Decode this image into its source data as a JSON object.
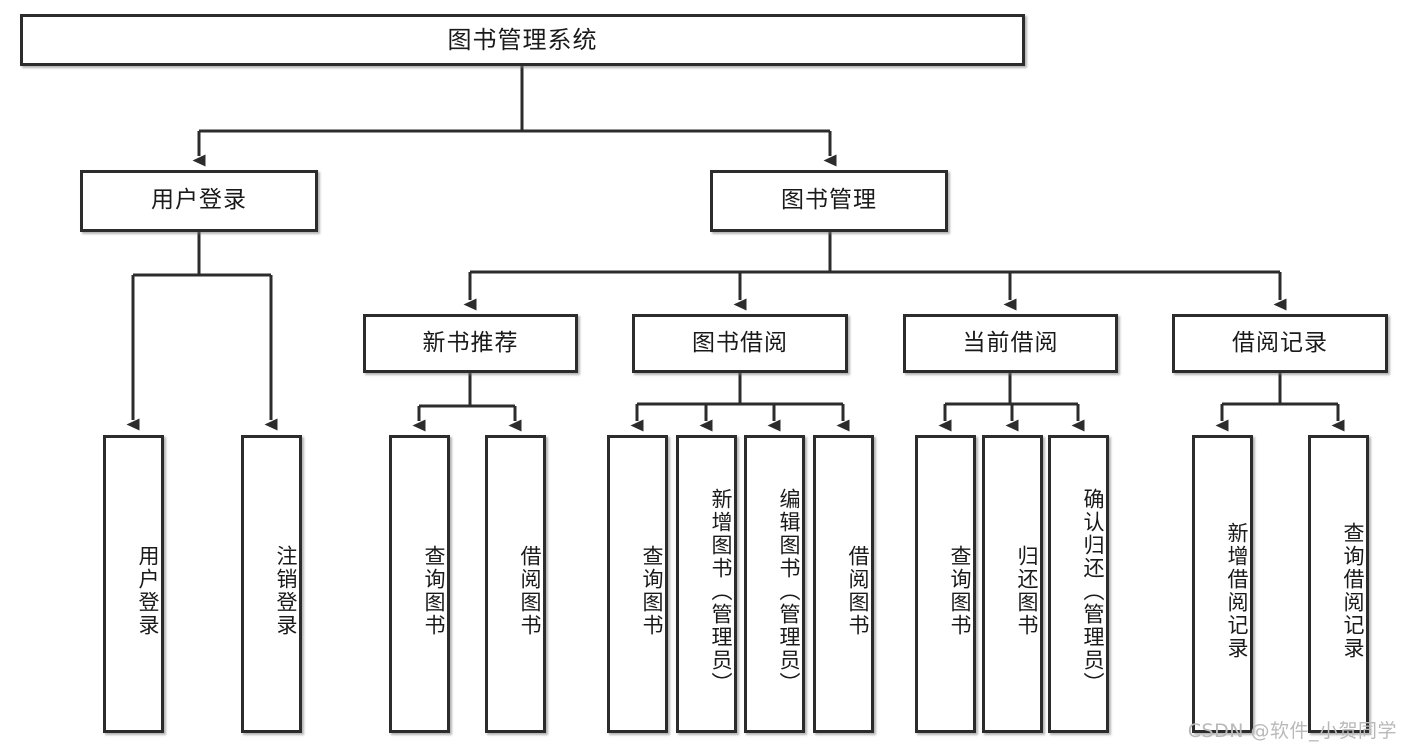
{
  "diagram": {
    "title": "图书管理系统",
    "type": "hierarchy-tree",
    "root": {
      "id": "root",
      "label": "图书管理系统"
    },
    "level2": [
      {
        "id": "user-login",
        "label": "用户登录"
      },
      {
        "id": "book-manage",
        "label": "图书管理"
      }
    ],
    "level3": [
      {
        "id": "new-book-rec",
        "label": "新书推荐",
        "parent": "book-manage"
      },
      {
        "id": "book-borrow",
        "label": "图书借阅",
        "parent": "book-manage"
      },
      {
        "id": "current-borrow",
        "label": "当前借阅",
        "parent": "book-manage"
      },
      {
        "id": "borrow-record",
        "label": "借阅记录",
        "parent": "book-manage"
      }
    ],
    "leaves": [
      {
        "id": "leaf-user-login",
        "label": "用户登录",
        "parent": "user-login"
      },
      {
        "id": "leaf-user-logout",
        "label": "注销登录",
        "parent": "user-login"
      },
      {
        "id": "leaf-rec-query",
        "label": "查询图书",
        "parent": "new-book-rec"
      },
      {
        "id": "leaf-rec-borrow",
        "label": "借阅图书",
        "parent": "new-book-rec"
      },
      {
        "id": "leaf-borrow-query",
        "label": "查询图书",
        "parent": "book-borrow"
      },
      {
        "id": "leaf-borrow-add",
        "label": "新增图书（管理员）",
        "parent": "book-borrow"
      },
      {
        "id": "leaf-borrow-edit",
        "label": "编辑图书（管理员）",
        "parent": "book-borrow"
      },
      {
        "id": "leaf-borrow-lend",
        "label": "借阅图书",
        "parent": "book-borrow"
      },
      {
        "id": "leaf-cur-query",
        "label": "查询图书",
        "parent": "current-borrow"
      },
      {
        "id": "leaf-cur-return",
        "label": "归还图书",
        "parent": "current-borrow"
      },
      {
        "id": "leaf-cur-confirm",
        "label": "确认归还（管理员）",
        "parent": "current-borrow"
      },
      {
        "id": "leaf-rec-add",
        "label": "新增借阅记录",
        "parent": "borrow-record"
      },
      {
        "id": "leaf-rec-search",
        "label": "查询借阅记录",
        "parent": "borrow-record"
      }
    ],
    "colors": {
      "background": "#ffffff",
      "box_border": "#2c2c2c",
      "box_fill": "#ffffff",
      "connector": "#2c2c2c",
      "text": "#1a1a1a",
      "watermark": "#b9b9b9"
    }
  },
  "watermark": {
    "text": "CSDN @软件_小贺同学"
  }
}
